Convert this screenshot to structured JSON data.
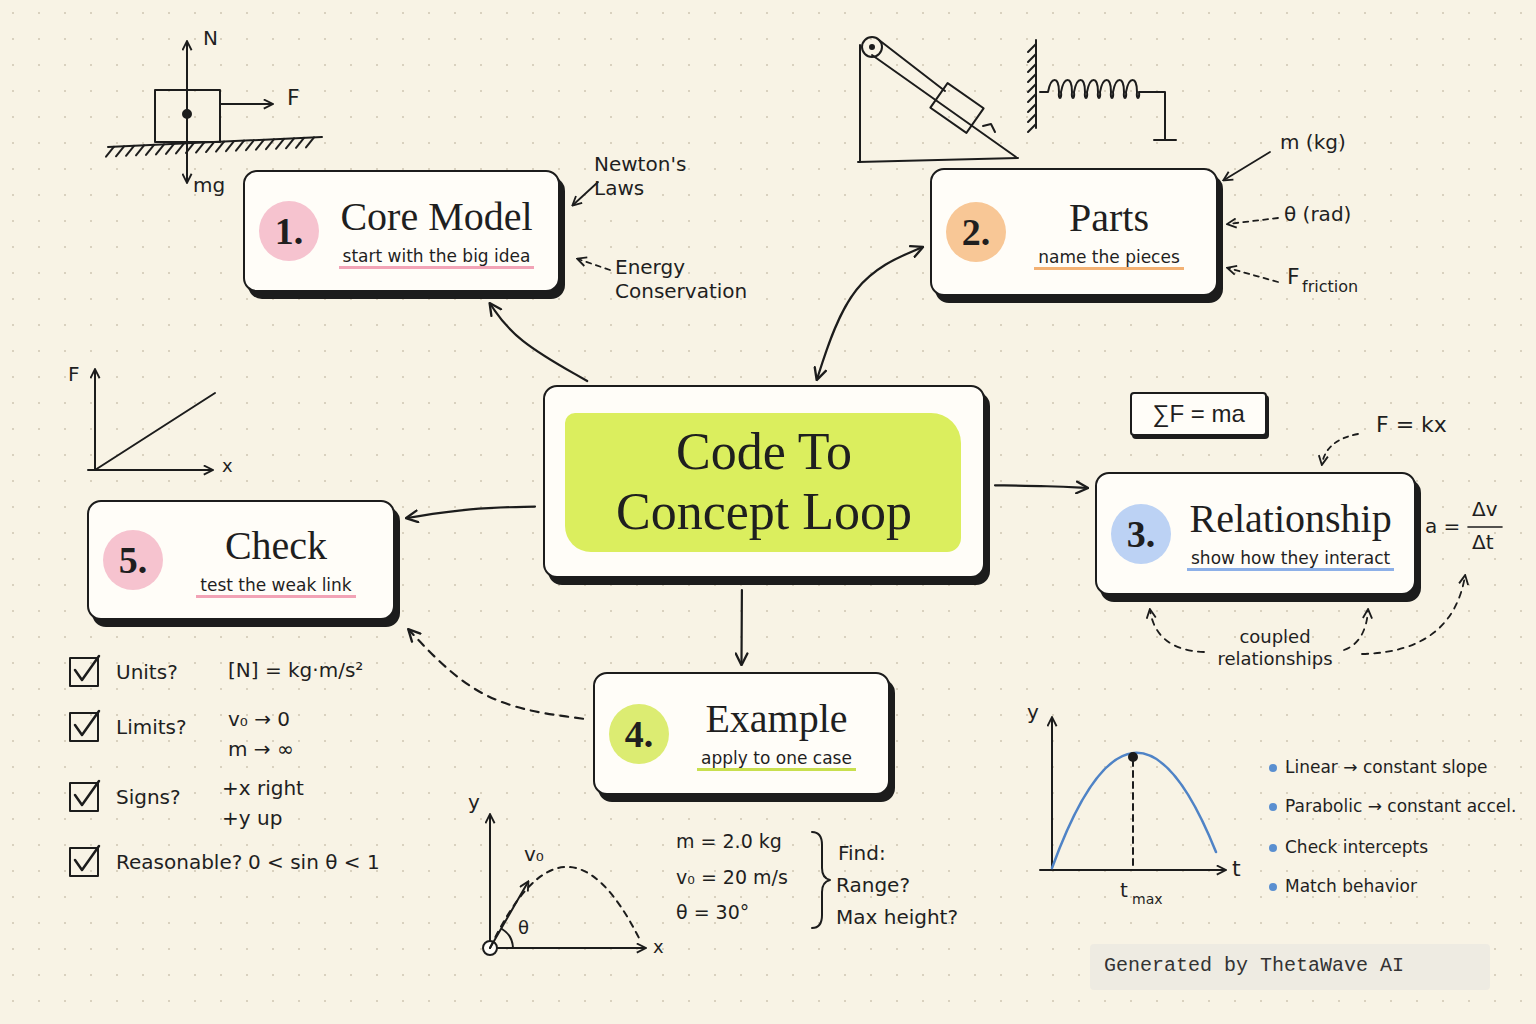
{
  "diagram": {
    "nodes": [
      {
        "text": [
          "Code To Concept Loop"
        ]
      },
      {
        "text": [
          "1.",
          "Core Model",
          "start with the big idea"
        ]
      },
      {
        "text": [
          "2.",
          "Parts",
          "name the pieces"
        ]
      },
      {
        "text": [
          "3.",
          "Relationship",
          "show how they interact"
        ]
      },
      {
        "text": [
          "4.",
          "Example",
          "apply to one case"
        ]
      },
      {
        "text": [
          "5.",
          "Check",
          "test the weak link"
        ]
      },
      {
        "text": [
          "∑F = ma"
        ]
      }
    ],
    "edges": [
      {
        "from": 0,
        "to": 1,
        "arrow": "to"
      },
      {
        "from": 0,
        "to": 2,
        "arrow": "both"
      },
      {
        "from": 0,
        "to": 3,
        "arrow": "to"
      },
      {
        "from": 0,
        "to": 4,
        "arrow": "to"
      },
      {
        "from": 0,
        "to": 5,
        "arrow": "to"
      },
      {
        "from": 4,
        "to": 5,
        "arrow": "to"
      }
    ],
    "labels": [
      "N",
      "F",
      "mg",
      "Newton's Laws",
      "Energy Conservation",
      "m (kg)",
      "θ (rad)",
      "F",
      "friction",
      "F = kx",
      "a =",
      "Δv",
      "Δt",
      "coupled relationships",
      "F",
      "x",
      "Units?",
      "[N] = kg·m/s²",
      "Limits?",
      "v₀ → 0",
      "m → ∞",
      "Signs?",
      "+x right",
      "+y up",
      "Reasonable?",
      "0 < sin θ < 1",
      "y",
      "x",
      "v₀",
      "θ",
      "m = 2.0 kg",
      "v₀ = 20 m/s",
      "θ = 30°",
      "Find:",
      "Range?",
      "Max height?",
      "y",
      "t",
      "t",
      "max",
      "Linear → constant slope",
      "Parabolic → constant accel.",
      "Check intercepts",
      "Match behavior",
      "Generated by ThetaWave AI"
    ]
  }
}
